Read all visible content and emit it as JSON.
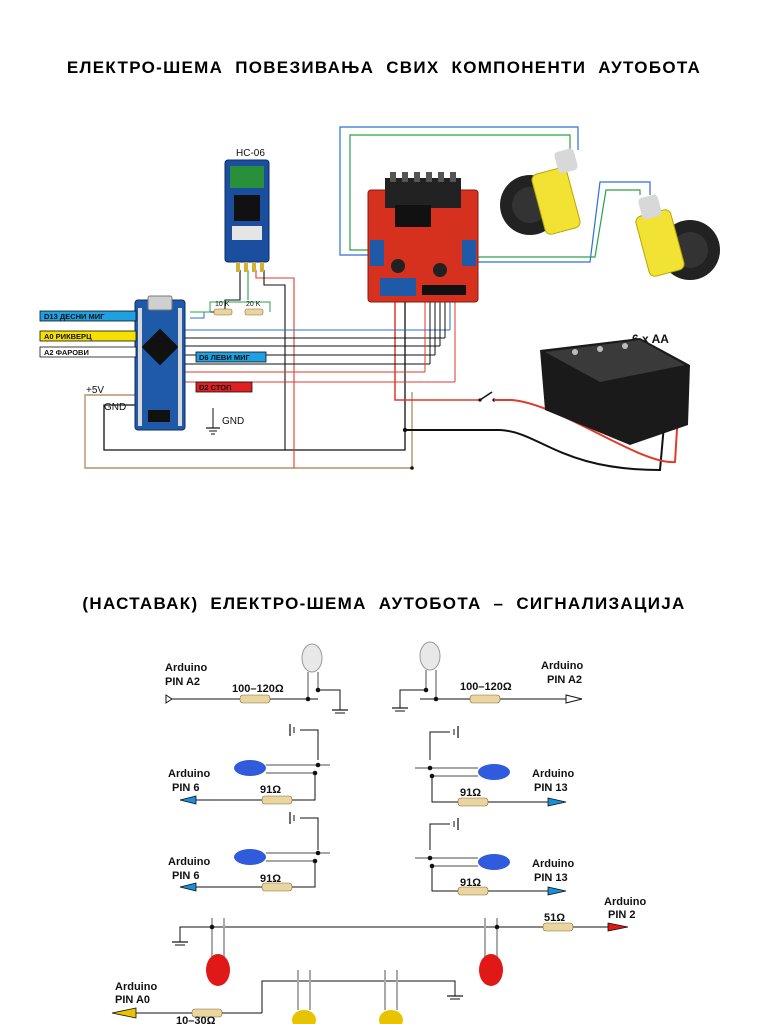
{
  "title1": "ЕЛЕКТРО-ШЕМА ПОВЕЗИВАЊА СВИХ КОМПОНЕНТИ АУТОБОТА",
  "title2": "(НАСТАВАК)   ЕЛЕКТРО-ШЕМА АУТОБОТА – СИГНАЛИЗАЦИЈА",
  "part1": {
    "bt_module": "HC-06",
    "resistor_10k": "10 K",
    "resistor_20k": "20 K",
    "pin_labels": [
      "D13 ДЕСНИ МИГ",
      "A0 РИКВЕРЦ",
      "A2 ФАРОВИ",
      "D6 ЛЕВИ МИГ",
      "D2 СТОП"
    ],
    "plus5v": "+5V",
    "gnd_left": "GND",
    "gnd_symbol": "GND",
    "battery": "6 x AA"
  },
  "part2": {
    "arduino": "Arduino",
    "pin_a2": "PIN A2",
    "pin_6": "PIN 6",
    "pin_13": "PIN 13",
    "pin_2": "PIN 2",
    "pin_a0": "PIN A0",
    "r_100_120": "100–120Ω",
    "r_91": "91Ω",
    "r_51": "51Ω",
    "r_10_30": "10–30Ω"
  },
  "colors": {
    "wire_red": "#e23a2c",
    "wire_black": "#111111",
    "wire_blue": "#2a6fd6",
    "wire_green": "#27a347",
    "wire_tan": "#b8926a",
    "board_red": "#d6301f",
    "board_blue": "#1e5aa8",
    "label_blue": "#1fa0e0",
    "label_yellow": "#f5e000",
    "label_red": "#e02020",
    "led_blue": "#2f5bdc",
    "led_red": "#e01818",
    "led_yellow": "#e8c400",
    "arrow_blue": "#1a8fd8"
  }
}
